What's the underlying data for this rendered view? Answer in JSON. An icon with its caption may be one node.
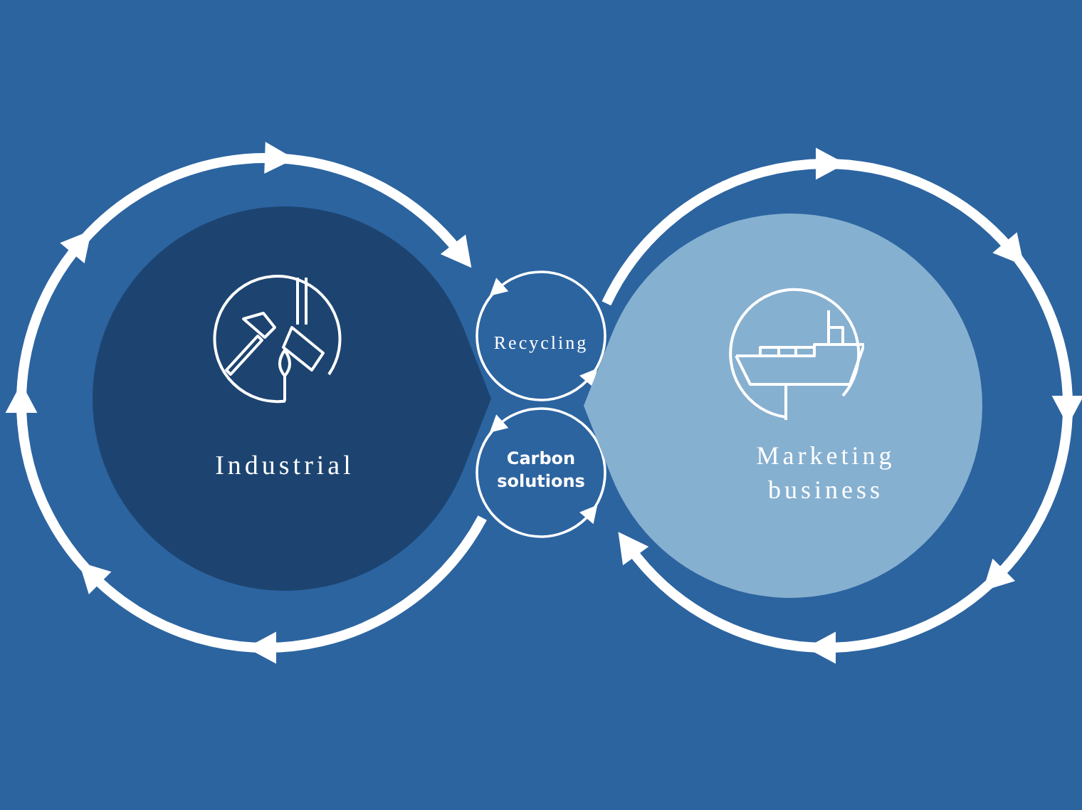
{
  "diagram": {
    "nodes": [
      {
        "text": [
          "Industrial"
        ]
      },
      {
        "text": [
          "Recycling"
        ]
      },
      {
        "text": [
          "Carbon solutions"
        ]
      },
      {
        "text": [
          "Marketing business"
        ]
      }
    ]
  }
}
